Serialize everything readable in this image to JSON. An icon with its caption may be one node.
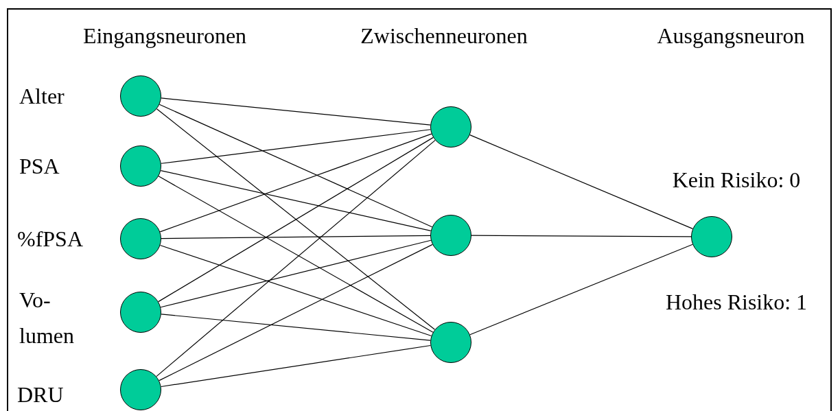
{
  "diagram": {
    "nodes": [
      {
        "text": [],
        "shape": "circle",
        "beside": [
          "Alter"
        ]
      },
      {
        "text": [],
        "shape": "circle",
        "beside": [
          "PSA"
        ]
      },
      {
        "text": [],
        "shape": "circle",
        "beside": [
          "%fPSA"
        ]
      },
      {
        "text": [],
        "shape": "circle",
        "beside": [
          "Vo- lumen"
        ]
      },
      {
        "text": [],
        "shape": "circle",
        "beside": [
          "DRU"
        ]
      },
      {
        "text": [],
        "shape": "circle"
      },
      {
        "text": [],
        "shape": "circle"
      },
      {
        "text": [],
        "shape": "circle"
      },
      {
        "text": [],
        "shape": "circle",
        "beside": [
          "Kein Risiko: 0",
          "Hohes Risiko: 1"
        ]
      }
    ],
    "edges": [
      {
        "from": 0,
        "to": 5,
        "arrow": "none"
      },
      {
        "from": 0,
        "to": 6,
        "arrow": "none"
      },
      {
        "from": 0,
        "to": 7,
        "arrow": "none"
      },
      {
        "from": 1,
        "to": 5,
        "arrow": "none"
      },
      {
        "from": 1,
        "to": 6,
        "arrow": "none"
      },
      {
        "from": 1,
        "to": 7,
        "arrow": "none"
      },
      {
        "from": 2,
        "to": 5,
        "arrow": "none"
      },
      {
        "from": 2,
        "to": 6,
        "arrow": "none"
      },
      {
        "from": 2,
        "to": 7,
        "arrow": "none"
      },
      {
        "from": 3,
        "to": 5,
        "arrow": "none"
      },
      {
        "from": 3,
        "to": 6,
        "arrow": "none"
      },
      {
        "from": 3,
        "to": 7,
        "arrow": "none"
      },
      {
        "from": 4,
        "to": 5,
        "arrow": "none"
      },
      {
        "from": 4,
        "to": 6,
        "arrow": "none"
      },
      {
        "from": 4,
        "to": 7,
        "arrow": "none"
      },
      {
        "from": 5,
        "to": 8,
        "arrow": "none"
      },
      {
        "from": 6,
        "to": 8,
        "arrow": "none"
      },
      {
        "from": 7,
        "to": 8,
        "arrow": "none"
      }
    ],
    "labels": [
      "Eingangsneuronen",
      "Zwischenneuronen",
      "Ausgangsneuron"
    ]
  }
}
